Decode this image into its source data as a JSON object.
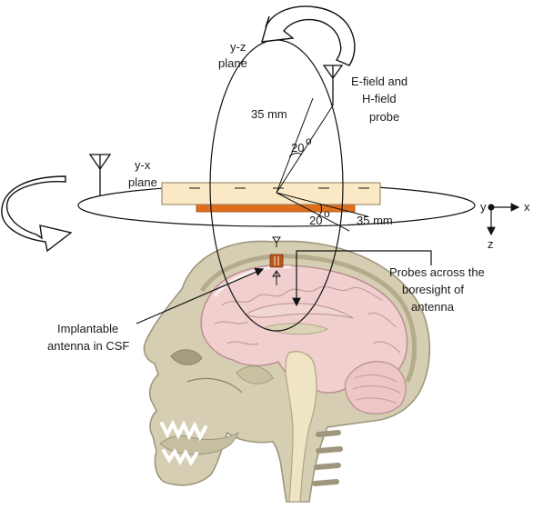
{
  "labels": {
    "yz_plane_line1": "y-z",
    "yz_plane_line2": "plane",
    "probe_line1": "E-field and",
    "probe_line2": "H-field",
    "probe_line3": "probe",
    "radius_vertical": "35 mm",
    "radius_horizontal": "35 mm",
    "angle_vertical": "20",
    "angle_horizontal": "20",
    "degree_mark": "o",
    "yx_plane_line1": "y-x",
    "yx_plane_line2": "plane",
    "axis_y": "y",
    "axis_x": "x",
    "axis_z": "z",
    "boresight_line1": "Probes across the",
    "boresight_line2": "boresight of",
    "boresight_line3": "antenna",
    "implant_line1": "Implantable",
    "implant_line2": "antenna in CSF"
  },
  "colors": {
    "substrate": "#fbe9c6",
    "ground_plane": "#e06f1c",
    "skull": "#d6ceb2",
    "skull_outline": "#9e977d",
    "brain": "#f2cfcf",
    "brain_outline": "#b89191",
    "spine": "#efe4c3",
    "implant": "#b8541c"
  },
  "icons": [
    "rotation-arrow-icon",
    "antenna-probe-icon",
    "axes-icon"
  ]
}
